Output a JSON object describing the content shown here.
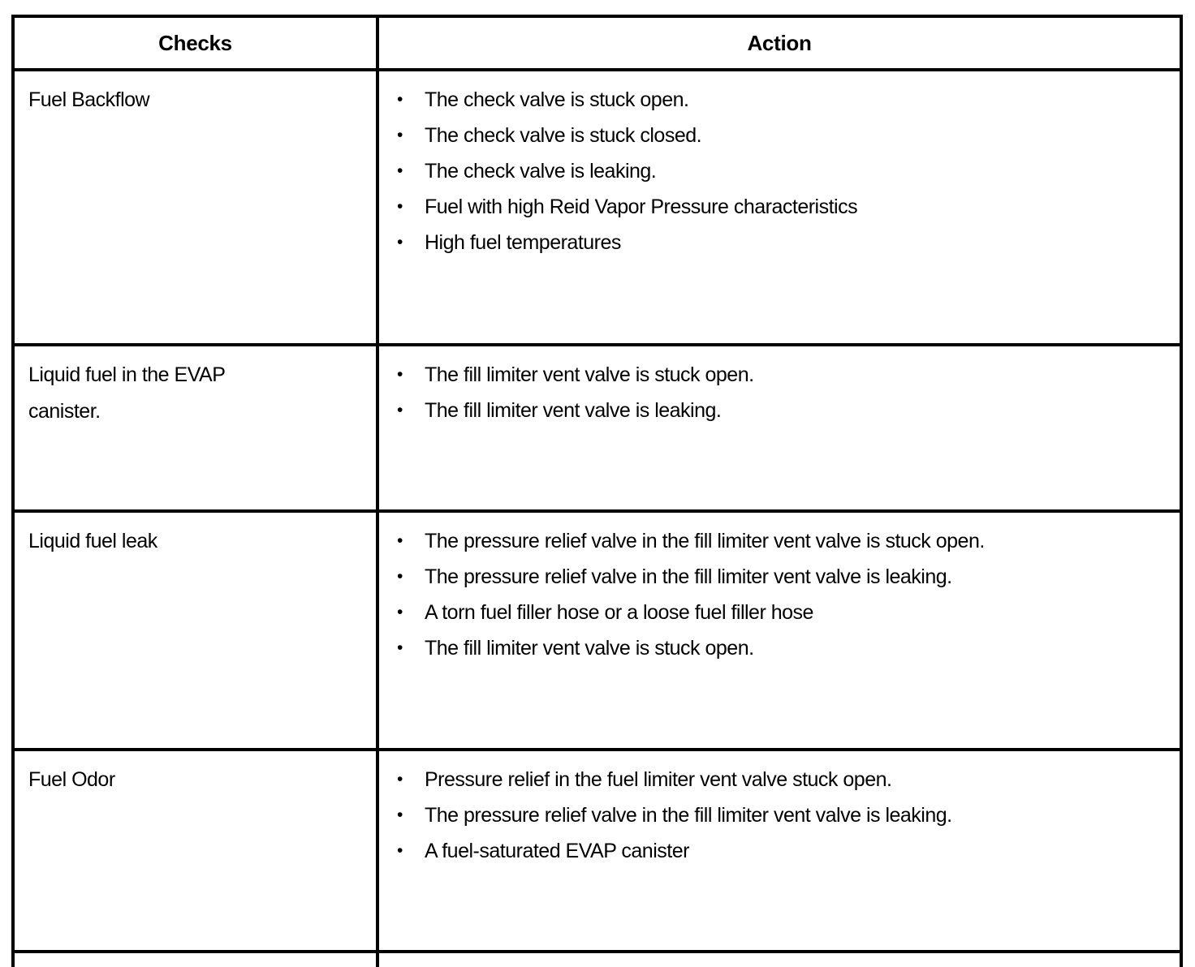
{
  "table": {
    "bullet_glyph": "•",
    "border_color": "#000000",
    "text_color": "#000000",
    "background_color": "#ffffff",
    "header": {
      "checks": "Checks",
      "action": "Action"
    },
    "rows": [
      {
        "check": "Fuel Backflow",
        "actions": [
          "The check valve is stuck open.",
          "The check valve is stuck closed.",
          "The check valve is leaking.",
          "Fuel with high Reid Vapor Pressure characteristics",
          "High fuel temperatures"
        ]
      },
      {
        "check": "Liquid fuel in the EVAP canister.",
        "actions": [
          "The fill limiter vent valve is stuck open.",
          "The fill limiter vent valve is leaking."
        ]
      },
      {
        "check": "Liquid fuel leak",
        "actions": [
          "The pressure relief valve in the fill limiter vent valve is stuck open.",
          "The pressure relief valve in the fill limiter vent valve is leaking.",
          "A torn fuel filler hose or a loose fuel filler hose",
          "The fill limiter vent valve is stuck open."
        ]
      },
      {
        "check": "Fuel Odor",
        "actions": [
          "Pressure relief in the fuel limiter vent valve stuck open.",
          "The pressure relief valve in the fill limiter vent valve is leaking.",
          "A fuel-saturated EVAP canister"
        ]
      }
    ]
  }
}
